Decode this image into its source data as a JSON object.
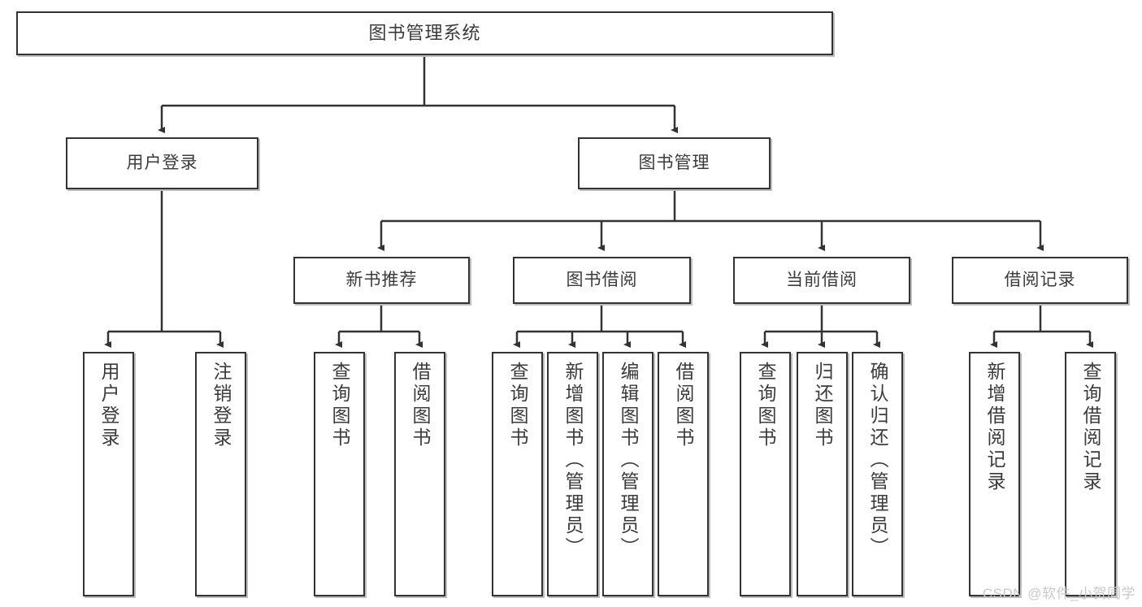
{
  "diagram": {
    "title": "图书管理系统",
    "type": "hierarchy-tree",
    "watermark": "CSDN @软件_小贺同学",
    "colors": {
      "box_border": "#333333",
      "box_fill": "#ffffff",
      "text": "#3b3b3b",
      "connector": "#333333",
      "shadow": "#bdbdbd",
      "watermark": "#c9c9c9"
    },
    "nodes": {
      "root": {
        "label": "图书管理系统"
      },
      "level2": [
        {
          "label": "用户登录"
        },
        {
          "label": "图书管理"
        }
      ],
      "level3": [
        {
          "label": "新书推荐"
        },
        {
          "label": "图书借阅"
        },
        {
          "label": "当前借阅"
        },
        {
          "label": "借阅记录"
        }
      ],
      "leaves": {
        "user_login": [
          {
            "label": "用户登录"
          },
          {
            "label": "注销登录"
          }
        ],
        "new_book": [
          {
            "label": "查询图书"
          },
          {
            "label": "借阅图书"
          }
        ],
        "book_borrow": [
          {
            "label": "查询图书"
          },
          {
            "label": "新增图书（管理员）"
          },
          {
            "label": "编辑图书（管理员）"
          },
          {
            "label": "借阅图书"
          }
        ],
        "current_borrow": [
          {
            "label": "查询图书"
          },
          {
            "label": "归还图书"
          },
          {
            "label": "确认归还（管理员）"
          }
        ],
        "borrow_record": [
          {
            "label": "新增借阅记录"
          },
          {
            "label": "查询借阅记录"
          }
        ]
      }
    }
  }
}
